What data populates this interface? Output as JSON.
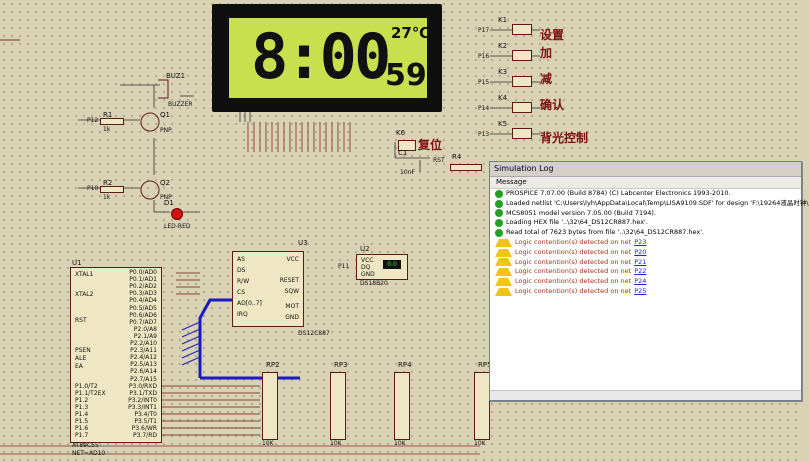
{
  "lcd": {
    "time": "8:00",
    "seconds": "59",
    "temperature": "27℃"
  },
  "keys": [
    {
      "ref": "K1",
      "pin": "P17",
      "label": "设置"
    },
    {
      "ref": "K2",
      "pin": "P16",
      "label": "加"
    },
    {
      "ref": "K3",
      "pin": "P15",
      "label": "减"
    },
    {
      "ref": "K4",
      "pin": "P14",
      "label": "确认"
    },
    {
      "ref": "K5",
      "pin": "P13",
      "label": "背光控制"
    }
  ],
  "reset": {
    "ref": "K6",
    "label": "复位",
    "cap": "C1",
    "cap_value": "10nF",
    "resistor": "R4",
    "rst_pin": "RST"
  },
  "buzzer": {
    "ref": "BUZ1",
    "type": "BUZZER",
    "transistor": "Q1",
    "transistor_type": "PNP",
    "resistor": "R1",
    "resistor_value": "1k",
    "pin": "P12"
  },
  "led": {
    "ref": "D1",
    "type": "LED-RED",
    "transistor": "Q2",
    "transistor_type": "PNP",
    "resistor": "R2",
    "resistor_value": "1k",
    "pin": "P10"
  },
  "mcu": {
    "ref": "U1",
    "part": "AT89C55",
    "sub": "NET=AD10",
    "left_pins": [
      "XTAL1",
      "XTAL2",
      "RST",
      "PSEN",
      "ALE",
      "EA",
      "P1.0/T2",
      "P1.1/T2EX",
      "P1.2",
      "P1.3",
      "P1.4",
      "P1.5",
      "P1.6",
      "P1.7"
    ],
    "right_pins": [
      "P0.0/AD0",
      "P0.1/AD1",
      "P0.2/AD2",
      "P0.3/AD3",
      "P0.4/AD4",
      "P0.5/AD5",
      "P0.6/AD6",
      "P0.7/AD7",
      "P2.0/A8",
      "P2.1/A9",
      "P2.2/A10",
      "P2.3/A11",
      "P2.4/A12",
      "P2.5/A13",
      "P2.6/A14",
      "P2.7/A15",
      "P3.0/RXD",
      "P3.1/TXD",
      "P3.2/INT0",
      "P3.3/INT1",
      "P3.4/T0",
      "P3.5/T1",
      "P3.6/WR",
      "P3.7/RD"
    ]
  },
  "rtc": {
    "ref": "U3",
    "part": "DS12C887",
    "pins_left": [
      "AS",
      "DS",
      "R/W",
      "CS",
      "AD[0..7]",
      "IRQ"
    ],
    "pins_right": [
      "VCC",
      "RESET",
      "SQW",
      "MOT",
      "GND"
    ]
  },
  "sensor": {
    "ref": "U2",
    "part": "DS18B20",
    "pins": [
      "VCC",
      "DQ",
      "GND"
    ],
    "display": "0.0",
    "pin": "P11"
  },
  "packs": [
    {
      "ref": "RP2",
      "value": "10K"
    },
    {
      "ref": "RP3",
      "value": "10K"
    },
    {
      "ref": "RP4",
      "value": "10K"
    },
    {
      "ref": "RP5",
      "value": "10K"
    }
  ],
  "sim_log": {
    "title": "Simulation Log",
    "column": "Message",
    "entries": [
      {
        "kind": "info",
        "text": "PROSPICE 7.07.00 (Build 8784) (C) Labcenter Electronics 1993-2010.",
        "net": ""
      },
      {
        "kind": "info",
        "text": "Loaded netlist 'C:\\Users\\lyh\\AppData\\Local\\Temp\\LISA9109.SDF' for design 'F:\\19264液晶时钟\\",
        "net": ""
      },
      {
        "kind": "info",
        "text": "MCS8051 model version 7.05.00 (Build 7194).",
        "net": ""
      },
      {
        "kind": "info",
        "text": "Loading HEX file '..\\32\\64_DS12CR887.hex'.",
        "net": ""
      },
      {
        "kind": "info",
        "text": "Read total of 7623 bytes from file '..\\32\\64_DS12CR887.hex'.",
        "net": ""
      },
      {
        "kind": "warn",
        "text": "Logic contention(s) detected on net",
        "net": "P23"
      },
      {
        "kind": "warn",
        "text": "Logic contention(s) detected on net",
        "net": "P20"
      },
      {
        "kind": "warn",
        "text": "Logic contention(s) detected on net",
        "net": "P21"
      },
      {
        "kind": "warn",
        "text": "Logic contention(s) detected on net",
        "net": "P22"
      },
      {
        "kind": "warn",
        "text": "Logic contention(s) detected on net",
        "net": "P24"
      },
      {
        "kind": "warn",
        "text": "Logic contention(s) detected on net",
        "net": "P25"
      }
    ]
  }
}
